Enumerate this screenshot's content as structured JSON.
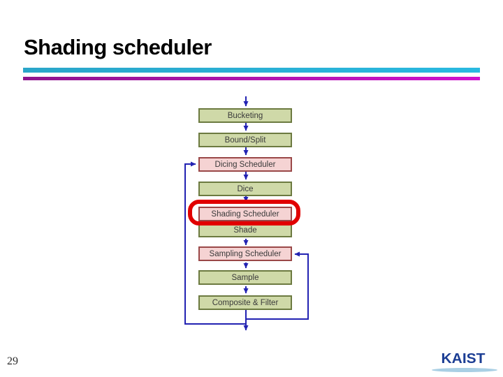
{
  "slide": {
    "title": "Shading scheduler",
    "page_number": "29",
    "logo_text": "KAIST"
  },
  "accent": {
    "cyan_rule": "#29b9e0",
    "magenta_rule": "#cf13cf"
  },
  "flowchart": {
    "nodes": [
      {
        "label": "Bucketing",
        "type": "stage",
        "highlighted": false
      },
      {
        "label": "Bound/Split",
        "type": "stage",
        "highlighted": false
      },
      {
        "label": "Dicing Scheduler",
        "type": "scheduler",
        "highlighted": false
      },
      {
        "label": "Dice",
        "type": "stage",
        "highlighted": false
      },
      {
        "label": "Shading Scheduler",
        "type": "scheduler",
        "highlighted": true
      },
      {
        "label": "Shade",
        "type": "stage",
        "highlighted": false
      },
      {
        "label": "Sampling Scheduler",
        "type": "scheduler",
        "highlighted": false
      },
      {
        "label": "Sample",
        "type": "stage",
        "highlighted": false
      },
      {
        "label": "Composite & Filter",
        "type": "stage",
        "highlighted": false
      }
    ],
    "edges": [
      {
        "from": "(input)",
        "to": "Bucketing",
        "kind": "flow"
      },
      {
        "from": "Bucketing",
        "to": "Bound/Split",
        "kind": "flow"
      },
      {
        "from": "Bound/Split",
        "to": "Dicing Scheduler",
        "kind": "flow"
      },
      {
        "from": "Dicing Scheduler",
        "to": "Dice",
        "kind": "flow"
      },
      {
        "from": "Dice",
        "to": "Shading Scheduler",
        "kind": "flow"
      },
      {
        "from": "Shading Scheduler",
        "to": "Shade",
        "kind": "flow"
      },
      {
        "from": "Shade",
        "to": "Sampling Scheduler",
        "kind": "flow"
      },
      {
        "from": "Sampling Scheduler",
        "to": "Sample",
        "kind": "flow"
      },
      {
        "from": "Sample",
        "to": "Composite & Filter",
        "kind": "flow"
      },
      {
        "from": "Composite & Filter",
        "to": "(output)",
        "kind": "flow"
      },
      {
        "from": "Composite & Filter",
        "to": "Dicing Scheduler",
        "kind": "feedback-left"
      },
      {
        "from": "Composite & Filter",
        "to": "Sampling Scheduler",
        "kind": "feedback-right"
      }
    ],
    "colors": {
      "stage_fill": "#cfd9a8",
      "stage_border": "#6c7a40",
      "scheduler_fill": "#f5d3d3",
      "scheduler_border": "#9a4848",
      "arrow": "#2222b2",
      "highlight": "#e10000"
    }
  }
}
